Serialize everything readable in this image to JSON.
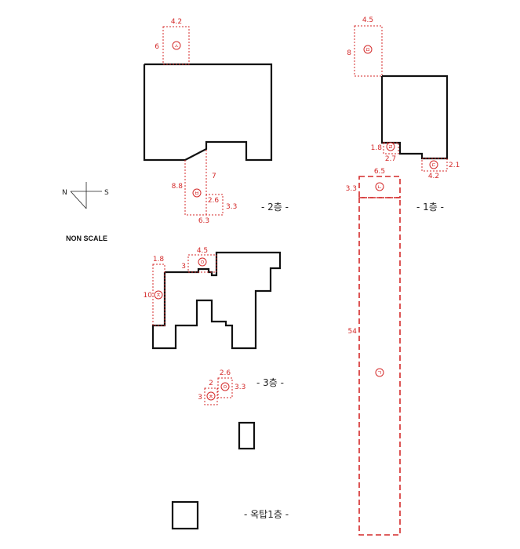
{
  "note": "NON SCALE",
  "compass": {
    "north": "N",
    "south": "S"
  },
  "floors": {
    "f2": "- 2층 -",
    "f1": "- 1층 -",
    "f3": "- 3층 -",
    "roof": "- 옥탑1층 -"
  },
  "colors": {
    "wall": "#111111",
    "annotation": "#d42a2a"
  },
  "zones": {
    "a": {
      "mark": "ㅅ",
      "dims": [
        "4.2",
        "6"
      ]
    },
    "b": {
      "mark": "ㅂ",
      "dims": [
        "8.8",
        "7",
        "2.6",
        "3.3",
        "6.3"
      ]
    },
    "c": {
      "mark": "ㅁ",
      "dims": [
        "4.5",
        "8"
      ]
    },
    "d": {
      "mark": "ㄹ",
      "dims": [
        "1.8",
        "2.7"
      ]
    },
    "e": {
      "mark": "ㄷ",
      "dims": [
        "2.1",
        "4.2"
      ]
    },
    "f": {
      "mark": "ㄴ",
      "dims": [
        "6.5",
        "3.3"
      ]
    },
    "g": {
      "mark": "ㄱ",
      "dims": [
        "54"
      ]
    },
    "h": {
      "mark": "ㅈ",
      "dims": [
        "1.8",
        "10"
      ]
    },
    "i": {
      "mark": "ㅇ",
      "dims": [
        "4.5",
        "3"
      ]
    },
    "j": {
      "mark": "ㅇ",
      "dims": [
        "2.6",
        "3.3"
      ]
    },
    "k": {
      "mark": "ㅊ",
      "dims": [
        "2",
        "3"
      ]
    }
  }
}
